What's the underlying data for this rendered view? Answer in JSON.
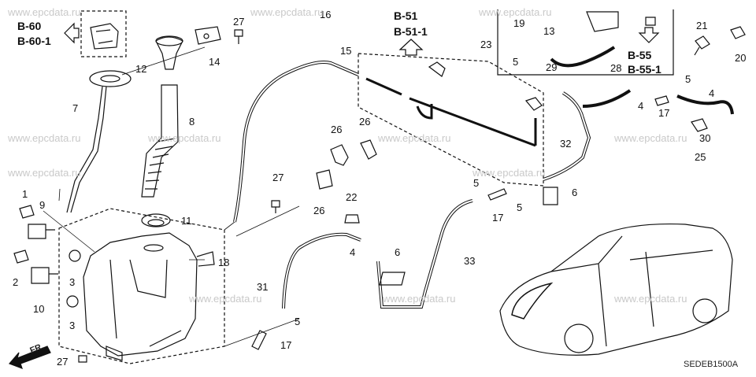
{
  "refs": {
    "b60": "B-60",
    "b60_1": "B-60-1",
    "b51": "B-51",
    "b51_1": "B-51-1",
    "b55": "B-55",
    "b55_1": "B-55-1"
  },
  "callouts": [
    "27",
    "16",
    "15",
    "12",
    "14",
    "7",
    "8",
    "1",
    "9",
    "11",
    "18",
    "2",
    "3",
    "10",
    "3",
    "27",
    "27",
    "26",
    "26",
    "26",
    "22",
    "4",
    "6",
    "31",
    "5",
    "17",
    "33",
    "19",
    "13",
    "23",
    "5",
    "29",
    "28",
    "21",
    "20",
    "5",
    "4",
    "4",
    "17",
    "30",
    "25",
    "32",
    "5",
    "17",
    "5",
    "6"
  ],
  "diagram_code": "SEDEB1500A",
  "watermark": "www.epcdata.ru",
  "front_label": "FR."
}
